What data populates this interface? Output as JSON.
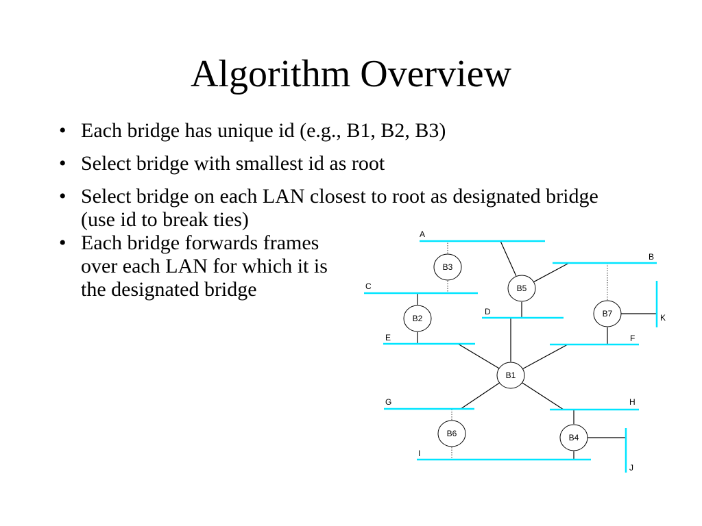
{
  "title": "Algorithm Overview",
  "bullets": [
    "Each bridge has unique id (e.g., B1, B2, B3)",
    "Select bridge with smallest id as root",
    "Select bridge on each LAN closest to root as designated bridge (use id to break ties)",
    "Each bridge forwards frames over each LAN for which it is the designated bridge"
  ],
  "diagram": {
    "lan_color": "#00e5ff",
    "lans": [
      "A",
      "B",
      "C",
      "D",
      "E",
      "F",
      "G",
      "H",
      "I",
      "J",
      "K"
    ],
    "bridges": [
      "B1",
      "B2",
      "B3",
      "B4",
      "B5",
      "B6",
      "B7"
    ],
    "links": [
      {
        "bridge": "B3",
        "lan": "A",
        "style": "dotted"
      },
      {
        "bridge": "B3",
        "lan": "C",
        "style": "dotted"
      },
      {
        "bridge": "B5",
        "lan": "A",
        "style": "solid"
      },
      {
        "bridge": "B5",
        "lan": "B",
        "style": "solid"
      },
      {
        "bridge": "B5",
        "lan": "D",
        "style": "solid"
      },
      {
        "bridge": "B7",
        "lan": "B",
        "style": "dotted"
      },
      {
        "bridge": "B7",
        "lan": "K",
        "style": "solid"
      },
      {
        "bridge": "B7",
        "lan": "F",
        "style": "solid"
      },
      {
        "bridge": "B2",
        "lan": "C",
        "style": "solid"
      },
      {
        "bridge": "B2",
        "lan": "E",
        "style": "solid"
      },
      {
        "bridge": "B1",
        "lan": "D",
        "style": "solid"
      },
      {
        "bridge": "B1",
        "lan": "E",
        "style": "solid"
      },
      {
        "bridge": "B1",
        "lan": "F",
        "style": "solid"
      },
      {
        "bridge": "B1",
        "lan": "G",
        "style": "solid"
      },
      {
        "bridge": "B1",
        "lan": "H",
        "style": "solid"
      },
      {
        "bridge": "B6",
        "lan": "G",
        "style": "dotted"
      },
      {
        "bridge": "B6",
        "lan": "I",
        "style": "dotted"
      },
      {
        "bridge": "B4",
        "lan": "H",
        "style": "solid"
      },
      {
        "bridge": "B4",
        "lan": "I",
        "style": "solid"
      },
      {
        "bridge": "B4",
        "lan": "J",
        "style": "solid"
      }
    ]
  }
}
